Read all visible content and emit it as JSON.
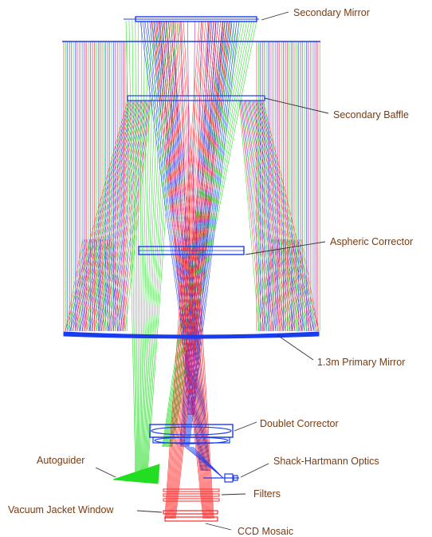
{
  "labels": {
    "secondary_mirror": "Secondary Mirror",
    "secondary_baffle": "Secondary Baffle",
    "aspheric_corrector": "Aspheric Corrector",
    "primary_mirror": "1.3m Primary Mirror",
    "doublet_corrector": "Doublet Corrector",
    "autoguider": "Autoguider",
    "shack_hartmann": "Shack-Hartmann Optics",
    "filters": "Filters",
    "vacuum_window": "Vacuum Jacket Window",
    "ccd_mosaic": "CCD Mosaic"
  },
  "colors": {
    "label_text": "#7a3b10",
    "ray_red": "#ff2a2a",
    "ray_green": "#22dd22",
    "ray_blue": "#2244ee",
    "ray_magenta": "#aa2299",
    "optics_blue": "#1a3cf0",
    "leader": "#333333"
  },
  "icons": {
    "optics": "optical-element-outline",
    "rays": "ray-trace-fan"
  }
}
